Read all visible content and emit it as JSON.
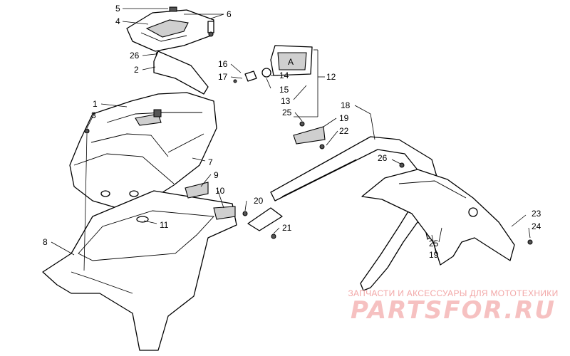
{
  "callouts": {
    "c1": "1",
    "c2": "2",
    "c3": "3",
    "c4": "4",
    "c5": "5",
    "c6": "6",
    "c7": "7",
    "c8": "8",
    "c9": "9",
    "c10": "10",
    "c11": "11",
    "c12": "12",
    "c13": "13",
    "c14": "14",
    "c15": "15",
    "c16": "16",
    "c17": "17",
    "c18": "18",
    "c19a": "19",
    "c19b": "19",
    "c20": "20",
    "c21": "21",
    "c22": "22",
    "c23": "23",
    "c24": "24",
    "c25a": "25",
    "c25b": "25",
    "c26a": "26",
    "c26b": "26"
  },
  "watermark": {
    "tagline": "ЗАПЧАСТИ И АКСЕССУАРЫ ДЛЯ МОТОТЕХНИКИ",
    "brand": "PARTSFOR.RU"
  }
}
